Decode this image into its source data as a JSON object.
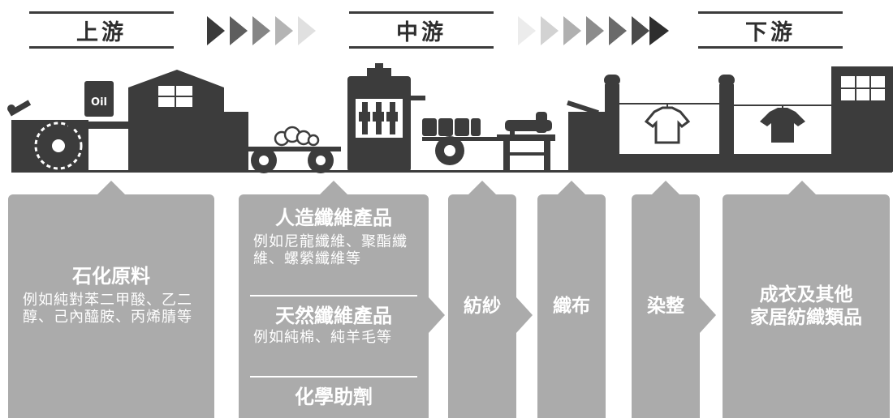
{
  "stages": {
    "upstream": "上游",
    "midstream": "中游",
    "downstream": "下游"
  },
  "illustration": {
    "oil_label": "Oil"
  },
  "cards": {
    "petrochem": {
      "title": "石化原料",
      "desc": "例如純對苯二甲酸、乙二醇、己內醯胺、丙烯腈等"
    },
    "fibers": {
      "synthetic_title": "人造纖維產品",
      "synthetic_desc": "例如尼龍纖維、聚酯纖維、螺縈纖維等",
      "natural_title": "天然纖維產品",
      "natural_desc": "例如純棉、純羊毛等",
      "chem_title": "化學助劑"
    },
    "spinning": "紡紗",
    "weaving": "織布",
    "dyeing": "染整",
    "garments": {
      "line1": "成衣及其他",
      "line2": "家居紡織類品"
    }
  },
  "colors": {
    "card": "#ababab",
    "dark": "#3c3c3c",
    "label": "#2e2e2e"
  }
}
